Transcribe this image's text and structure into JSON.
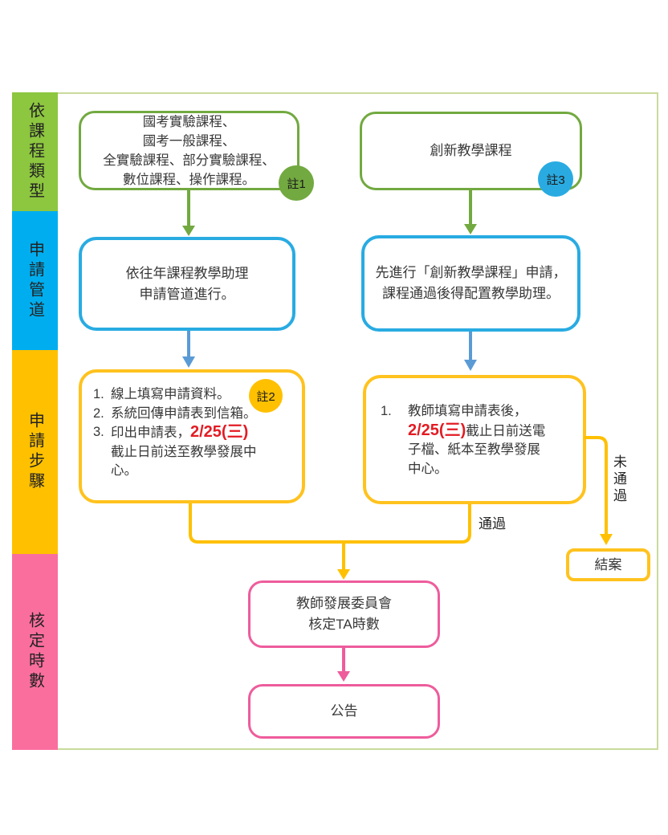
{
  "palette": {
    "frame": "#C9DB9C",
    "green-side": "#8DC63F",
    "green-dark": "#72A940",
    "blue-side": "#00AEEF",
    "blue-border": "#29ABE2",
    "arrow-blue": "#5B9BD5",
    "yellow": "#FFC000",
    "yellow-border": "#FFC21E",
    "pink-side": "#FA6E9E",
    "pink-border": "#EE5C9C",
    "red": "#E31B23",
    "text": "#383838"
  },
  "sidebar": {
    "sections": [
      {
        "label": "依課程類型"
      },
      {
        "label": "申請管道"
      },
      {
        "label": "申請步驟"
      },
      {
        "label": "核定時數"
      }
    ]
  },
  "flow": {
    "course_left": {
      "lines": [
        "國考實驗課程、",
        "國考一般課程、",
        "全實驗課程、部分實驗課程、",
        "數位課程、操作課程。"
      ],
      "badge": "註1"
    },
    "course_right": {
      "text": "創新教學課程",
      "badge": "註3"
    },
    "channel_left": {
      "lines": [
        "依往年課程教學助理",
        "申請管道進行。"
      ]
    },
    "channel_right": {
      "lines": [
        "先進行「創新教學課程」申請，",
        "課程通過後得配置教學助理。"
      ]
    },
    "steps_left": {
      "badge": "註2",
      "items": [
        {
          "num": "1.",
          "text": "線上填寫申請資料。"
        },
        {
          "num": "2.",
          "text": "系統回傳申請表到信箱。"
        },
        {
          "num": "3.",
          "pre": "印出申請表，",
          "highlight": "2/25(三)",
          "post": "截止日前送至教學發展中心。"
        }
      ]
    },
    "steps_right": {
      "num": "1.",
      "pre": "教師填寫申請表後，",
      "highlight": "2/25(三)",
      "post": "截止日前送電子檔、紙本至教學發展中心。"
    },
    "labels": {
      "pass": "通過",
      "fail": "未通過"
    },
    "closed_box": "結案",
    "committee_box": {
      "lines": [
        "教師發展委員會",
        "核定TA時數"
      ]
    },
    "announce_box": "公告"
  }
}
